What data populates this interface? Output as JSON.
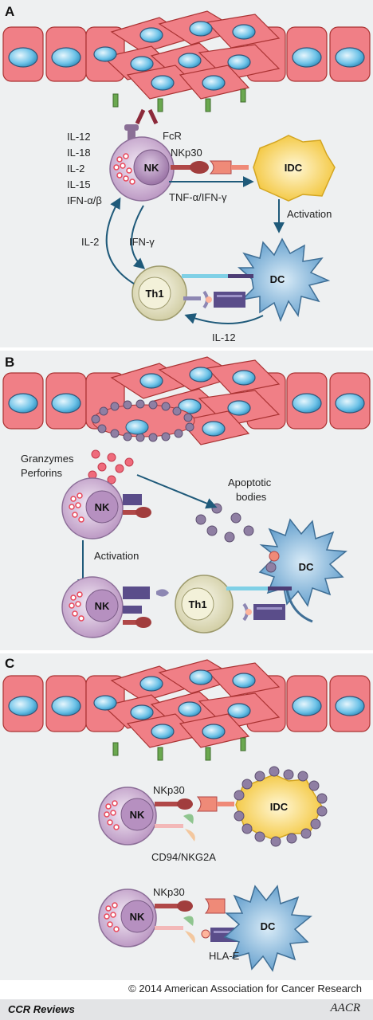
{
  "panels": {
    "a": {
      "letter": "A",
      "cytokines": [
        "IL-12",
        "IL-18",
        "IL-2",
        "IL-15",
        "IFN-α/β"
      ],
      "fcr": "FcR",
      "nkp30": "NKp30",
      "nk": "NK",
      "idc": "IDC",
      "dc": "DC",
      "th1": "Th1",
      "tnf": "TNF-α/IFN-γ",
      "activation": "Activation",
      "il2": "IL-2",
      "ifng": "IFN-γ",
      "il12": "IL-12"
    },
    "b": {
      "letter": "B",
      "granzymes": "Granzymes",
      "perforins": "Perforins",
      "apoptotic1": "Apoptotic",
      "apoptotic2": "bodies",
      "activation": "Activation",
      "nk_top": "NK",
      "nk_bottom": "NK",
      "th1": "Th1",
      "dc": "DC"
    },
    "c": {
      "letter": "C",
      "nkp30_top": "NKp30",
      "nkp30_bottom": "NKp30",
      "nk_top": "NK",
      "nk_bottom": "NK",
      "idc": "IDC",
      "dc": "DC",
      "cd94": "CD94/NKG2A",
      "hlae": "HLA-E"
    }
  },
  "footer": {
    "copyright": "© 2014 American Association for Cancer Research",
    "brand": "CCR Reviews",
    "logo": "AACR"
  },
  "colors": {
    "epithelium": "#f07f86",
    "nucleus": "#6fc3e8",
    "nk_cell": "#c9a9cf",
    "idc": "#f6d35c",
    "dc": "#7fb2d6",
    "th1": "#e8e6c6",
    "granule": "#e9475a",
    "arrow": "#1f5a7a"
  }
}
